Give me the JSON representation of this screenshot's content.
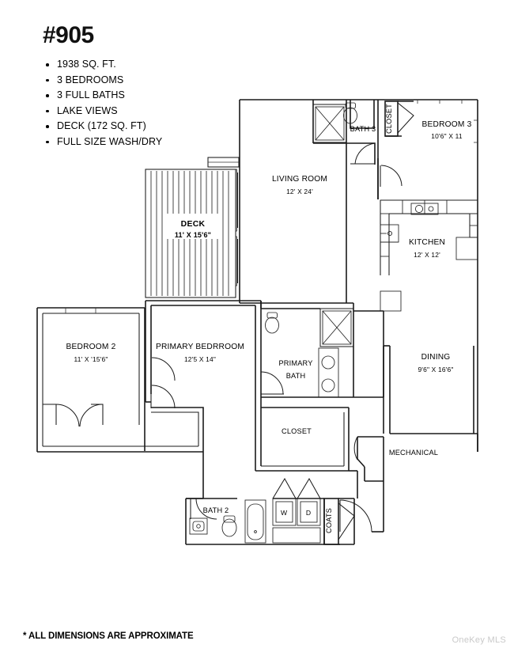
{
  "header": {
    "unit": "#905",
    "features": [
      "1938 SQ. FT.",
      "3 BEDROOMS",
      "3 FULL BATHS",
      "LAKE VIEWS",
      "DECK (172 SQ. FT)",
      "FULL SIZE WASH/DRY"
    ]
  },
  "footer": {
    "disclaimer": "* ALL DIMENSIONS ARE APPROXIMATE",
    "watermark": "OneKey MLS"
  },
  "plan": {
    "rooms": {
      "living_room": {
        "name": "LIVING ROOM",
        "dim": "12' X 24'"
      },
      "bath3": {
        "name": "BATH 3",
        "dim": ""
      },
      "bedroom3_closet": {
        "name": "CLOSET",
        "dim": ""
      },
      "bedroom3": {
        "name": "BEDROOM 3",
        "dim": "10'6\" X 11"
      },
      "kitchen": {
        "name": "KITCHEN",
        "dim": "12' X 12'"
      },
      "dining": {
        "name": "DINING",
        "dim": "9'6\" X 16'6\""
      },
      "mechanical": {
        "name": "MECHANICAL",
        "dim": ""
      },
      "deck": {
        "name": "DECK",
        "dim": "11' X 15'6\""
      },
      "bedroom2": {
        "name": "BEDROOM 2",
        "dim": "11' X '15'6\""
      },
      "primary_bedroom": {
        "name": "PRIMARY BEDRROOM",
        "dim": "12'5 X 14\""
      },
      "primary_bath": {
        "name1": "PRIMARY",
        "name2": "BATH"
      },
      "primary_closet": {
        "name": "CLOSET",
        "dim": ""
      },
      "bath2": {
        "name": "BATH 2",
        "dim": ""
      },
      "coats": {
        "name": "COATS",
        "dim": ""
      }
    },
    "appliances": {
      "washer": "W",
      "dryer": "D"
    },
    "colors": {
      "wall": "#1a1a1a",
      "background": "#ffffff",
      "watermark": "#c9c9c9"
    }
  }
}
